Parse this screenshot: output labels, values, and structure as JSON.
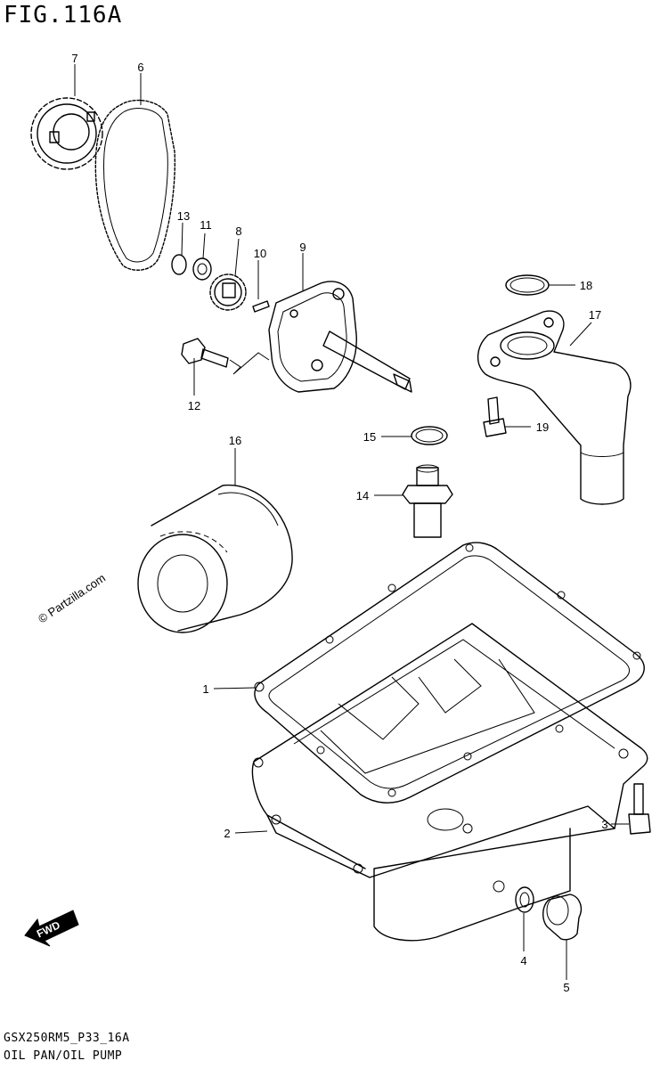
{
  "figure": {
    "title": "FIG.116A",
    "code": "GSX250RM5_P33_16A",
    "name": "OIL PAN/OIL PUMP",
    "watermark": "© Partzilla.com",
    "fwd": "FWD"
  },
  "callouts": [
    {
      "id": "1",
      "label": "1"
    },
    {
      "id": "2",
      "label": "2"
    },
    {
      "id": "3",
      "label": "3"
    },
    {
      "id": "4",
      "label": "4"
    },
    {
      "id": "5",
      "label": "5"
    },
    {
      "id": "6",
      "label": "6"
    },
    {
      "id": "7",
      "label": "7"
    },
    {
      "id": "8",
      "label": "8"
    },
    {
      "id": "9",
      "label": "9"
    },
    {
      "id": "10",
      "label": "10"
    },
    {
      "id": "11",
      "label": "11"
    },
    {
      "id": "12",
      "label": "12"
    },
    {
      "id": "13",
      "label": "13"
    },
    {
      "id": "14",
      "label": "14"
    },
    {
      "id": "15",
      "label": "15"
    },
    {
      "id": "16",
      "label": "16"
    },
    {
      "id": "17",
      "label": "17"
    },
    {
      "id": "18",
      "label": "18"
    },
    {
      "id": "19",
      "label": "19"
    }
  ]
}
